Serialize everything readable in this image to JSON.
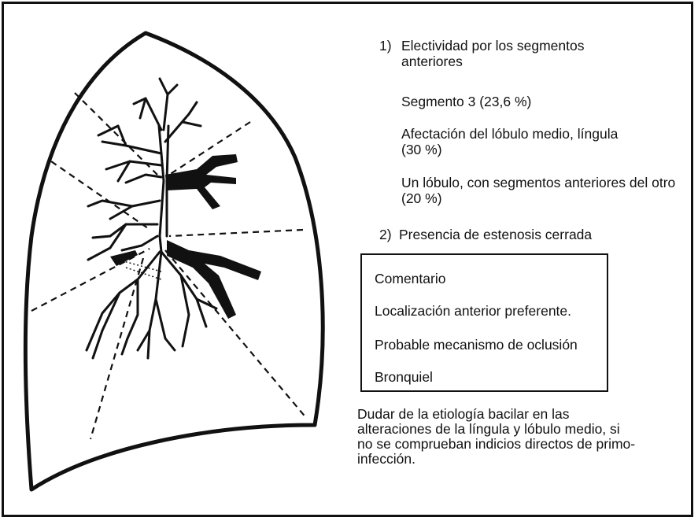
{
  "items": [
    {
      "number": "1)",
      "text": "Electividad por los segmentos anteriores"
    },
    {
      "number": "2)",
      "text": "Presencia de estenosis cerrada"
    }
  ],
  "subitems": [
    "Segmento 3 (23,6 %)",
    "Afectación del lóbulo medio, língula (30 %)",
    "Un lóbulo, con segmentos anteriores del otro (20 %)"
  ],
  "comment": {
    "title": "Comentario",
    "lines": [
      "Localización anterior preferente.",
      "Probable mecanismo de oclusión",
      "Bronquiel"
    ]
  },
  "footnote": "Dudar de la etiología bacilar en las alteraciones de la língula y lóbulo medio, si no se comprueban indicios directos de primo-infección."
}
